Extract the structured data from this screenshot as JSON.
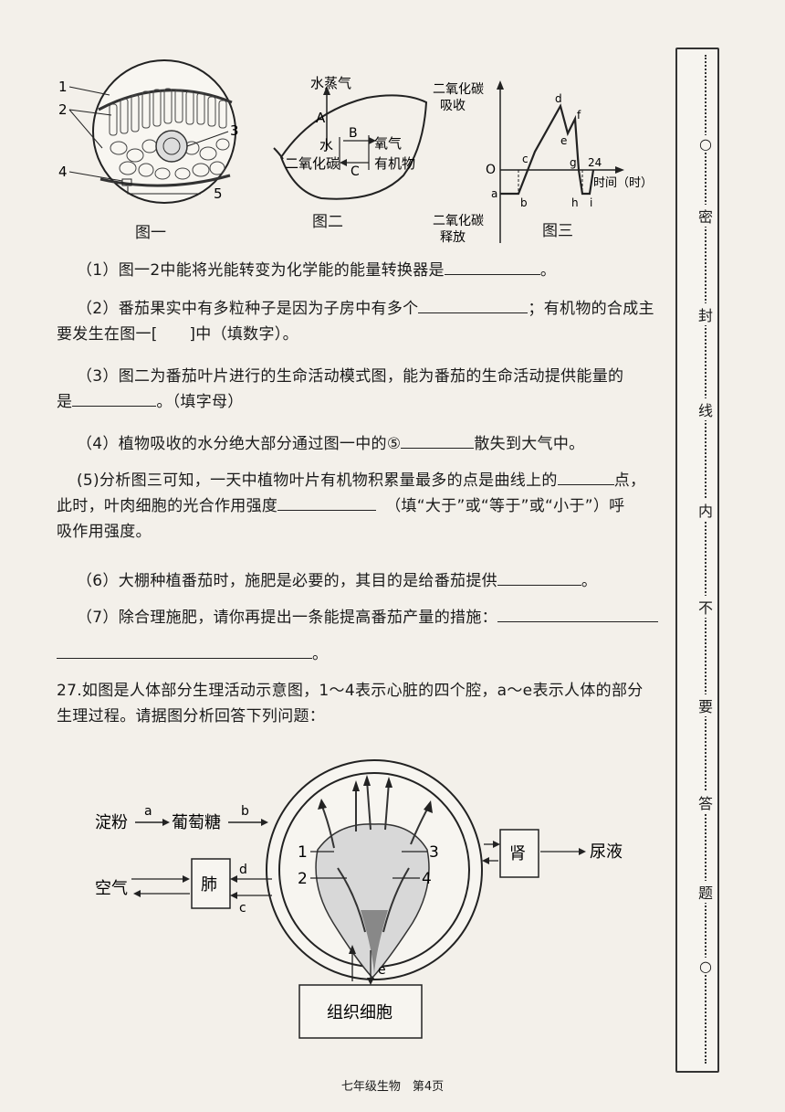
{
  "figures": {
    "fig1": {
      "caption": "图一",
      "labels": [
        "1",
        "2",
        "3",
        "4",
        "5"
      ]
    },
    "fig2": {
      "caption": "图二",
      "vapor": "水蒸气",
      "water": "水",
      "co2": "二氧化碳",
      "oxygen": "氧气",
      "organic": "有机物",
      "A": "A",
      "B": "B",
      "C": "C"
    },
    "fig3": {
      "caption": "图三",
      "y_top_1": "二氧化碳",
      "y_top_2": "吸收",
      "y_bottom_1": "二氧化碳",
      "y_bottom_2": "释放",
      "origin": "O",
      "x_label": "时间（时）",
      "x_tick": "24",
      "points": [
        "a",
        "b",
        "c",
        "d",
        "e",
        "f",
        "g",
        "h",
        "i"
      ]
    }
  },
  "questions": {
    "q1": "（1）图一2中能将光能转变为化学能的能量转换器是",
    "q1_end": "。",
    "q2_a": "（2）番茄果实中有多粒种子是因为子房中有多个",
    "q2_b": "；有机物的合成主",
    "q2_c": "要发生在图一[　　]中（填数字）。",
    "q3_a": "（3）图二为番茄叶片进行的生命活动模式图，能为番茄的生命活动提供能量的",
    "q3_b": "是",
    "q3_c": "。（填字母）",
    "q4_a": "（4）植物吸收的水分绝大部分通过图一中的⑤",
    "q4_b": "散失到大气中。",
    "q5_a": "(5)分析图三可知，一天中植物叶片有机物积累量最多的点是曲线上的",
    "q5_b": "点，",
    "q5_c": "此时，叶肉细胞的光合作用强度",
    "q5_d": "（填“大于”或“等于”或“小于”）呼",
    "q5_e": "吸作用强度。",
    "q6_a": "（6）大棚种植番茄时，施肥是必要的，其目的是给番茄提供",
    "q6_b": "。",
    "q7_a": "（7）除合理施肥，请你再提出一条能提高番茄产量的措施：",
    "q7_b": "。",
    "q27_a": "27.如图是人体部分生理活动示意图，1～4表示心脏的四个腔，a～e表示人体的部分",
    "q27_b": "生理过程。请据图分析回答下列问题："
  },
  "diagram": {
    "starch": "淀粉",
    "glucose": "葡萄糖",
    "air": "空气",
    "lung": "肺",
    "kidney": "肾",
    "urine": "尿液",
    "tissue": "组织细胞",
    "a": "a",
    "b": "b",
    "c": "c",
    "d": "d",
    "e": "e",
    "n1": "1",
    "n2": "2",
    "n3": "3",
    "n4": "4"
  },
  "binding": {
    "chars": [
      "○",
      "密",
      "封",
      "线",
      "内",
      "不",
      "要",
      "答",
      "题",
      "○"
    ]
  },
  "footer": "七年级生物　第4页"
}
